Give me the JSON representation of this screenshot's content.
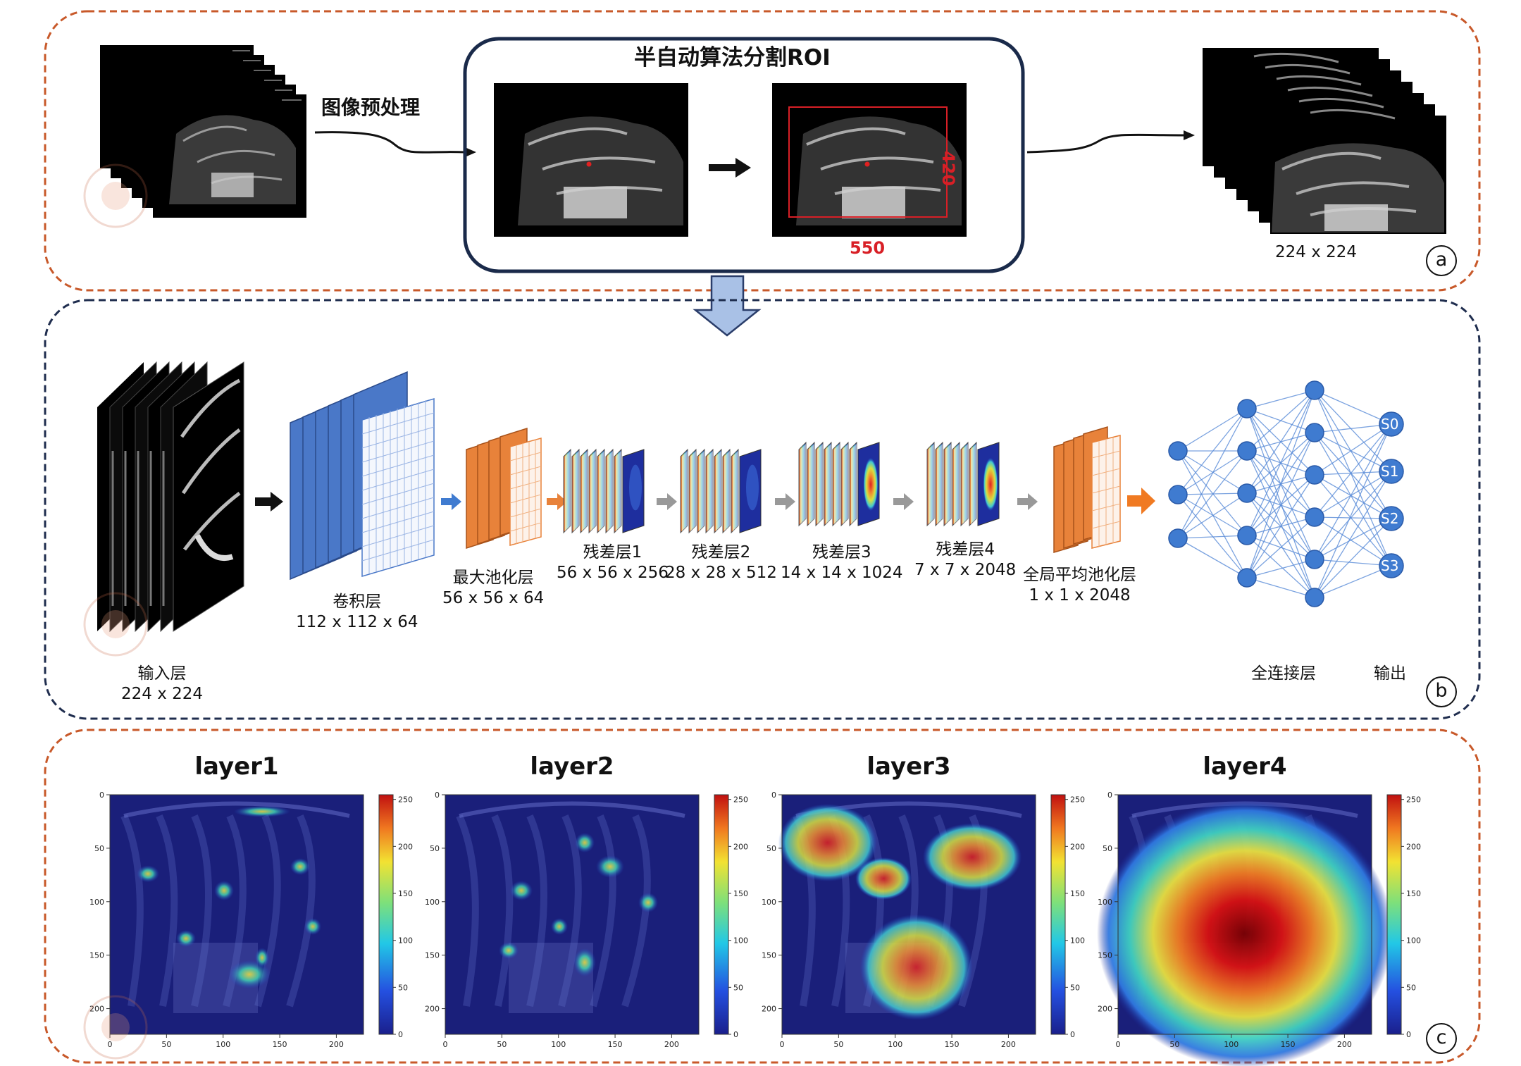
{
  "panel_a": {
    "preprocess_label": "图像预处理",
    "roi_title": "半自动算法分割ROI",
    "roi_height": "420",
    "roi_width": "550",
    "output_size": "224 x 224",
    "tag": "a"
  },
  "panel_b": {
    "input": {
      "name": "输入层",
      "size": "224 x 224"
    },
    "conv": {
      "name": "卷积层",
      "size": "112 x 112 x 64"
    },
    "maxpool": {
      "name": "最大池化层",
      "size": "56 x 56 x 64"
    },
    "res1": {
      "name": "残差层1",
      "size": "56 x 56 x 256"
    },
    "res2": {
      "name": "残差层2",
      "size": "28 x 28 x 512"
    },
    "res3": {
      "name": "残差层3",
      "size": "14 x 14 x 1024"
    },
    "res4": {
      "name": "残差层4",
      "size": "7 x 7 x 2048"
    },
    "gap": {
      "name": "全局平均池化层",
      "size": "1 x 1 x 2048"
    },
    "fc_label": "全连接层",
    "out_label": "输出",
    "outputs": [
      "S0",
      "S1",
      "S2",
      "S3"
    ],
    "tag": "b"
  },
  "panel_c": {
    "tag": "c",
    "x_ticks": [
      "0",
      "50",
      "100",
      "150",
      "200"
    ],
    "y_ticks": [
      "0",
      "50",
      "100",
      "150",
      "200"
    ],
    "colorbar_ticks": [
      "0",
      "50",
      "100",
      "150",
      "200",
      "250"
    ],
    "maps": [
      {
        "title": "layer1"
      },
      {
        "title": "layer2"
      },
      {
        "title": "layer3"
      },
      {
        "title": "layer4"
      }
    ]
  },
  "colors": {
    "panel_a_border": "#c8592a",
    "panel_b_border": "#1f2d4e",
    "panel_c_border": "#c8592a",
    "conv_blue": "#4a78c8",
    "pool_orange": "#e8823a",
    "node_blue": "#3f7bd0",
    "arrow_blue": "#a9c1e6",
    "roi_red": "#d81f26"
  }
}
